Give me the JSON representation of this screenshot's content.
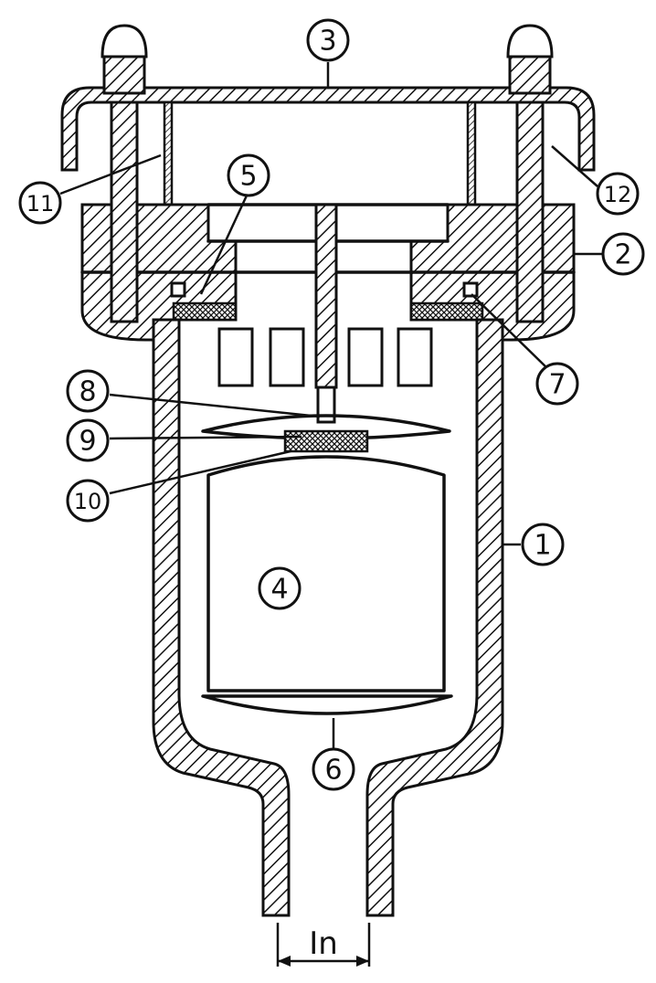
{
  "labels": {
    "n1": "1",
    "n2": "2",
    "n3": "3",
    "n4": "4",
    "n5": "5",
    "n6": "6",
    "n7": "7",
    "n8": "8",
    "n9": "9",
    "n10": "10",
    "n11": "11",
    "n12": "12",
    "inlet": "In"
  }
}
